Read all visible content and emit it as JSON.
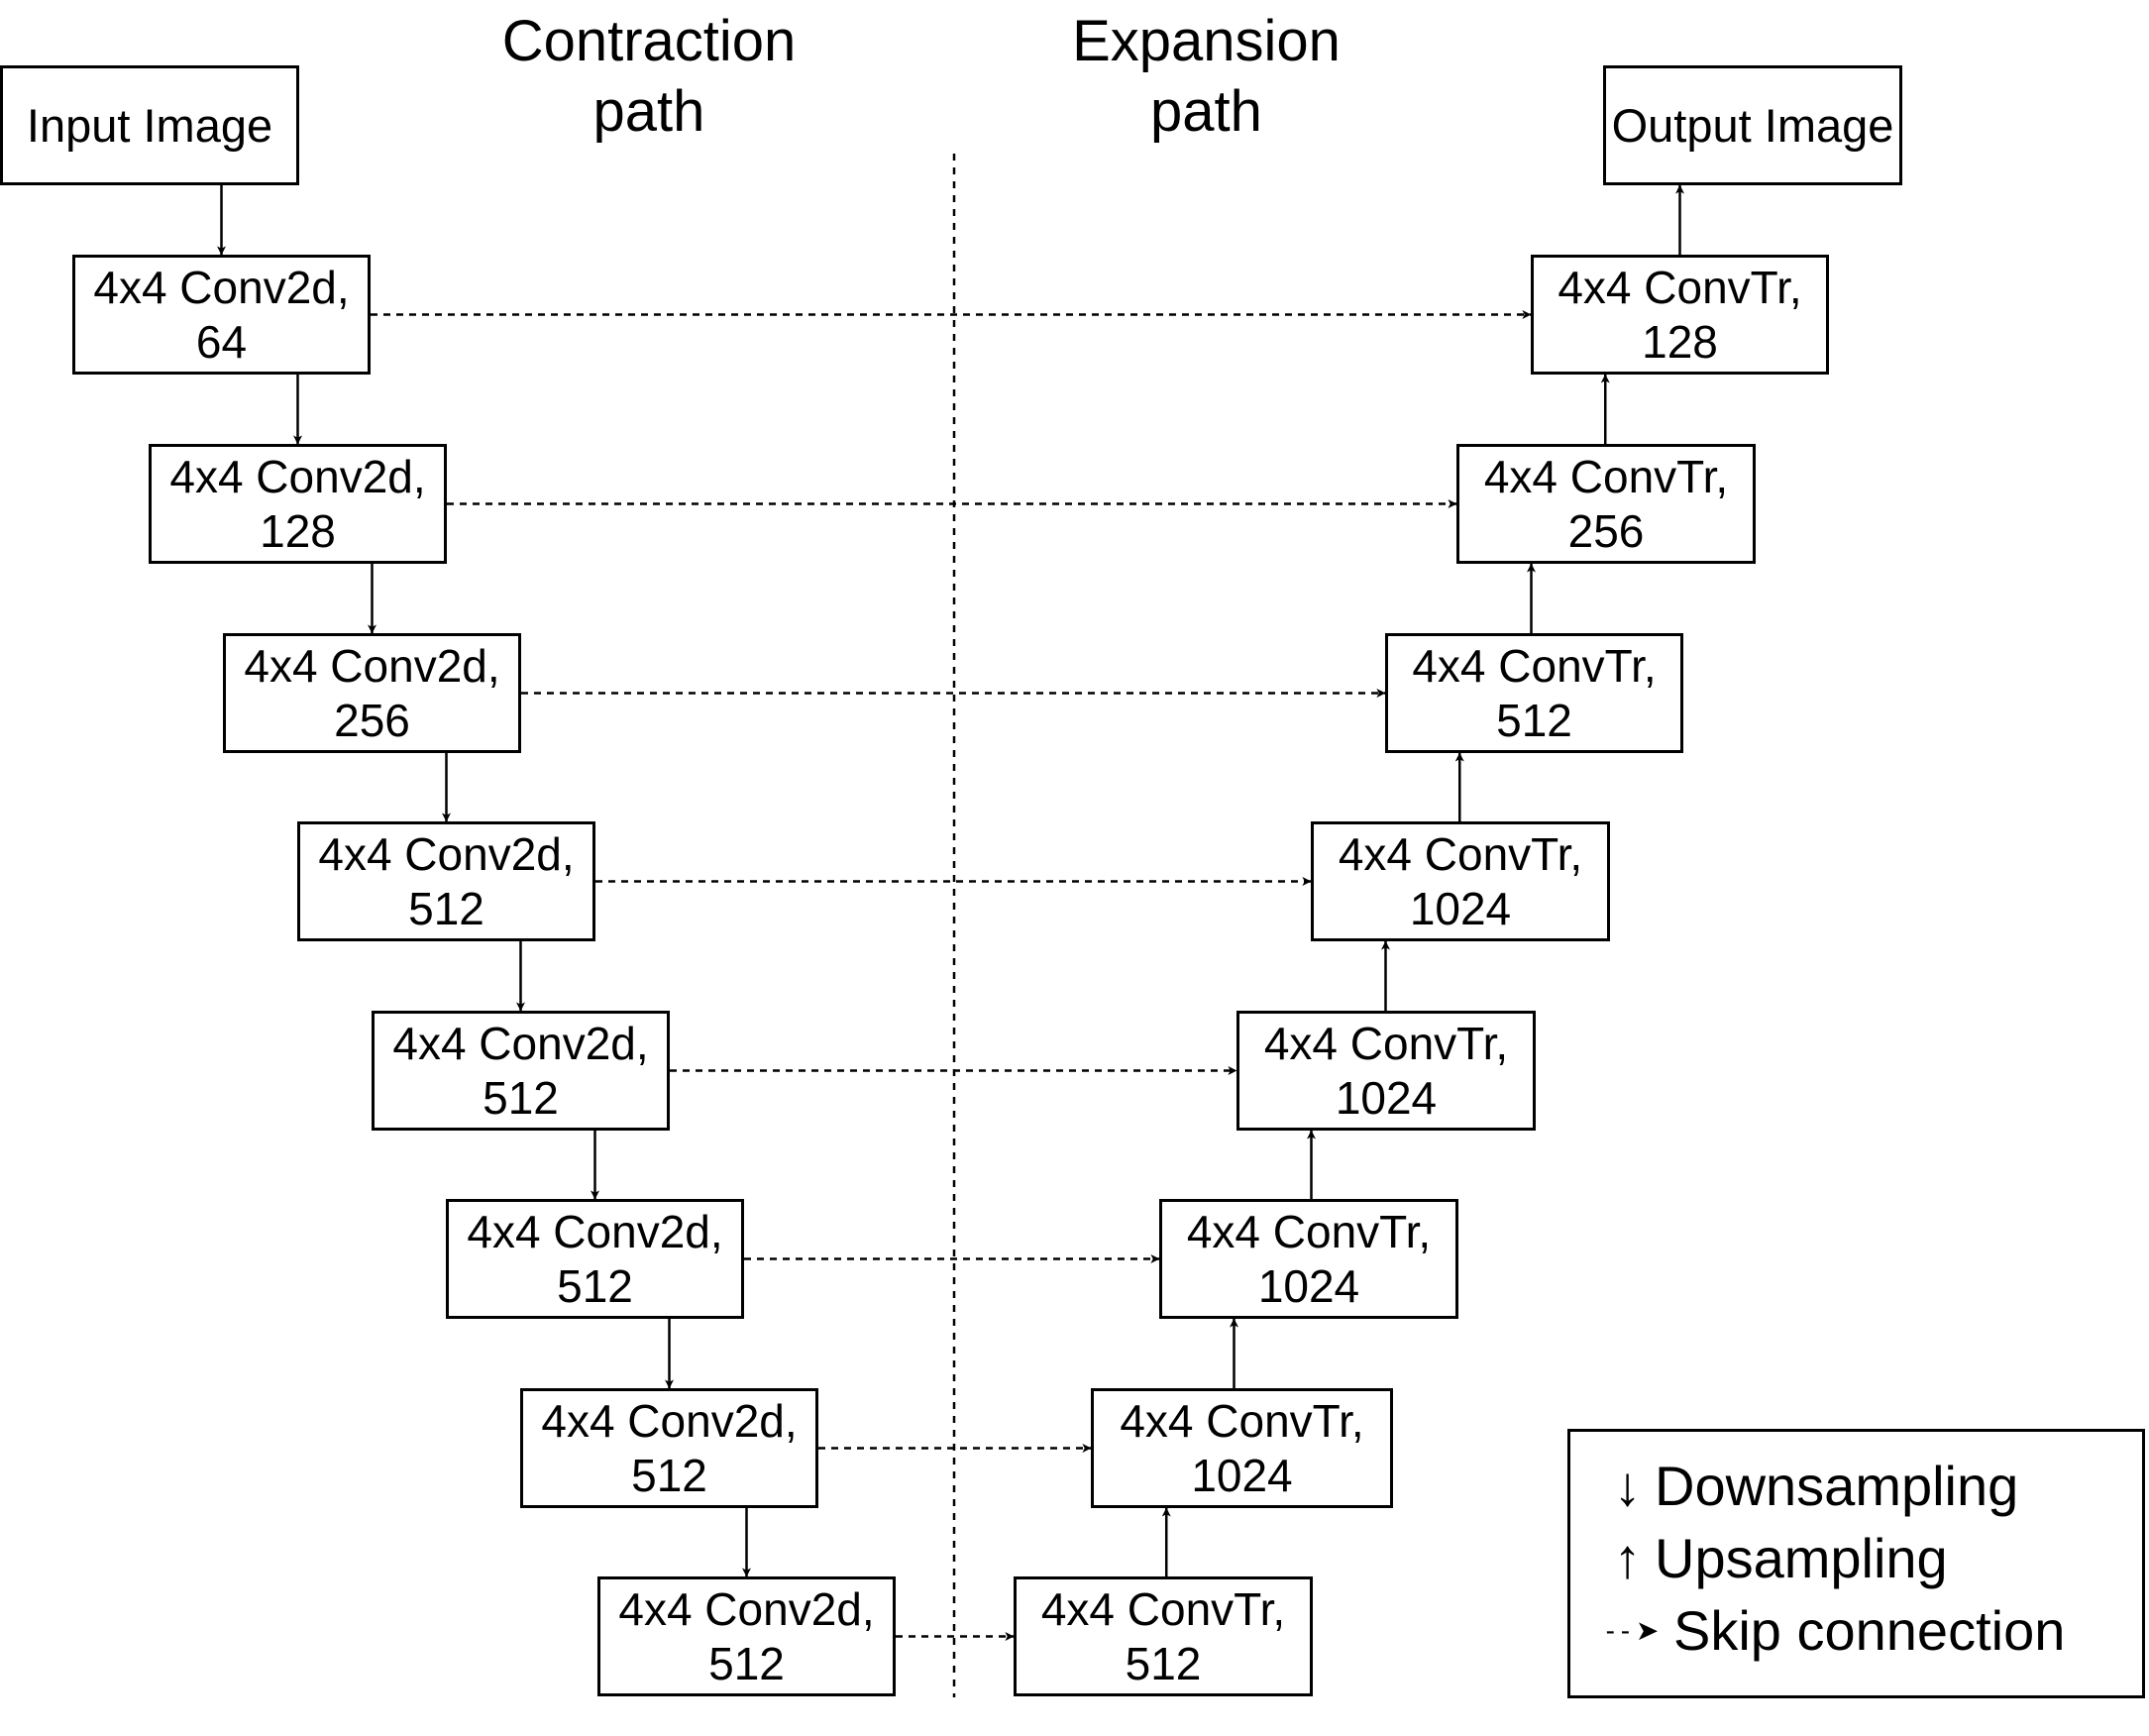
{
  "headings": {
    "contraction": [
      "Contraction",
      "path"
    ],
    "expansion": [
      "Expansion",
      "path"
    ]
  },
  "input": {
    "label": "Input Image"
  },
  "output": {
    "label": "Output Image"
  },
  "encoder": [
    {
      "line1": "4x4 Conv2d,",
      "line2": "64"
    },
    {
      "line1": "4x4 Conv2d,",
      "line2": "128"
    },
    {
      "line1": "4x4 Conv2d,",
      "line2": "256"
    },
    {
      "line1": "4x4 Conv2d,",
      "line2": "512"
    },
    {
      "line1": "4x4 Conv2d,",
      "line2": "512"
    },
    {
      "line1": "4x4 Conv2d,",
      "line2": "512"
    },
    {
      "line1": "4x4 Conv2d,",
      "line2": "512"
    },
    {
      "line1": "4x4 Conv2d,",
      "line2": "512"
    }
  ],
  "decoder": [
    {
      "line1": "4x4 ConvTr,",
      "line2": "128"
    },
    {
      "line1": "4x4 ConvTr,",
      "line2": "256"
    },
    {
      "line1": "4x4 ConvTr,",
      "line2": "512"
    },
    {
      "line1": "4x4 ConvTr,",
      "line2": "1024"
    },
    {
      "line1": "4x4 ConvTr,",
      "line2": "1024"
    },
    {
      "line1": "4x4 ConvTr,",
      "line2": "1024"
    },
    {
      "line1": "4x4 ConvTr,",
      "line2": "1024"
    },
    {
      "line1": "4x4 ConvTr,",
      "line2": "512"
    }
  ],
  "legend": {
    "downsampling": {
      "symbol": "↓",
      "label": "Downsampling"
    },
    "upsampling": {
      "symbol": "↑",
      "label": "Upsampling"
    },
    "skip": {
      "symbol": "- - ➤",
      "label": "Skip connection"
    }
  }
}
